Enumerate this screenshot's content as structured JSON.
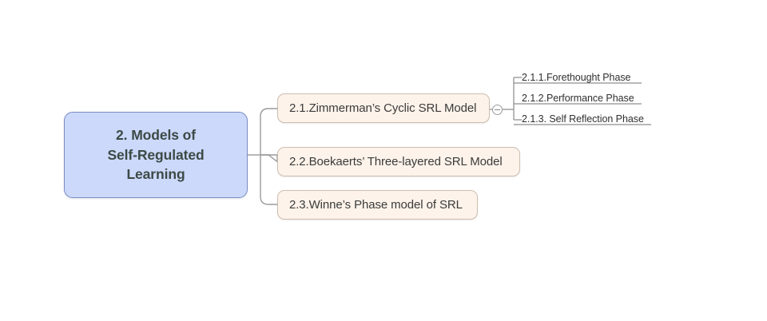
{
  "diagram": {
    "type": "mind-map",
    "title": "2. Models of Self-Regulated Learning",
    "background_color": "#ffffff",
    "colors": {
      "root_fill": "#ccd9fb",
      "root_border": "#7b8dc4",
      "root_text": "#3c4a46",
      "branch_fill": "#fdf3ea",
      "branch_border": "#cdbeb0",
      "branch_text": "#3b3b3b",
      "connector": "#9a9a9a",
      "leaf_text": "#2f2f2f",
      "leaf_rule": "#8d8d8d"
    }
  },
  "root": {
    "label": "2. Models of\nSelf-Regulated\nLearning",
    "line1": "2. Models of",
    "line2": "Self-Regulated",
    "line3": "Learning"
  },
  "branches": [
    {
      "id": "2.1",
      "label": "2.1.Zimmerman’s Cyclic SRL Model",
      "has_toggle": true,
      "toggle_state": "expanded",
      "toggle_glyph": "minus"
    },
    {
      "id": "2.2",
      "label": "2.2.Boekaerts’ Three-layered SRL Model",
      "has_toggle": false
    },
    {
      "id": "2.3",
      "label": "2.3.Winne’s Phase model of SRL",
      "has_toggle": false
    }
  ],
  "leaves": [
    {
      "id": "2.1.1",
      "label": "2.1.1.Forethought Phase"
    },
    {
      "id": "2.1.2",
      "label": "2.1.2.Performance Phase"
    },
    {
      "id": "2.1.3",
      "label": "2.1.3. Self Reflection Phase"
    }
  ]
}
